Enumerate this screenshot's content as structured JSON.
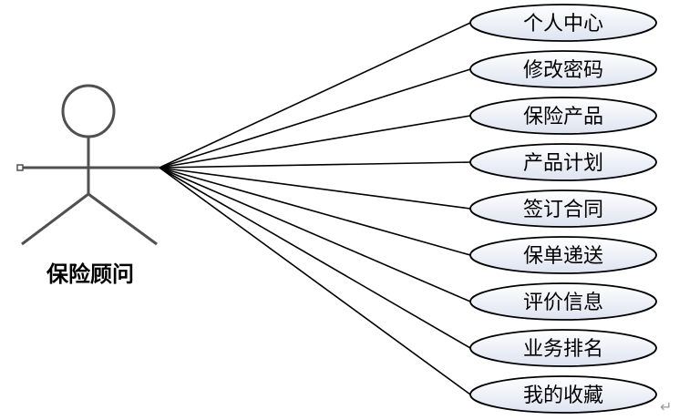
{
  "actor": {
    "name": "保险顾问",
    "icon": "stick-figure-actor-icon"
  },
  "use_cases": [
    "个人中心",
    "修改密码",
    "保险产品",
    "产品计划",
    "签订合同",
    "保单递送",
    "评价信息",
    "业务排名",
    "我的收藏"
  ],
  "paragraph_mark": "↵",
  "colors": {
    "ellipse_fill_top": "#ffffff",
    "ellipse_fill_bottom": "#dde3f0",
    "stroke": "#000000",
    "actor_stroke": "#505050"
  }
}
